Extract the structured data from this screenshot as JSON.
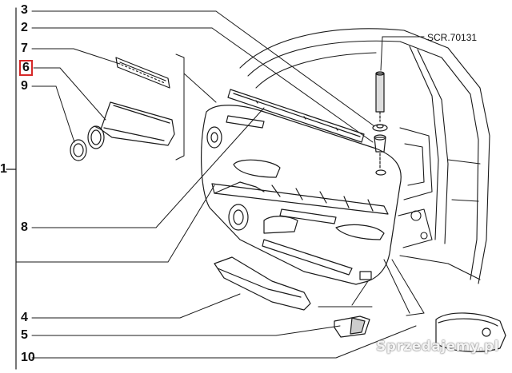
{
  "diagram": {
    "callouts": [
      {
        "id": "3",
        "label": "3"
      },
      {
        "id": "2",
        "label": "2"
      },
      {
        "id": "7",
        "label": "7"
      },
      {
        "id": "6",
        "label": "6",
        "highlighted": true
      },
      {
        "id": "9",
        "label": "9"
      },
      {
        "id": "1",
        "label": "1"
      },
      {
        "id": "8",
        "label": "8"
      },
      {
        "id": "4",
        "label": "4"
      },
      {
        "id": "5",
        "label": "5"
      },
      {
        "id": "10",
        "label": "10"
      }
    ],
    "reference_code": "SCR.70131",
    "watermark": "Sprzedajemy.pl",
    "colors": {
      "line": "#1a1a1a",
      "highlight": "#d62828",
      "background": "#ffffff"
    }
  }
}
